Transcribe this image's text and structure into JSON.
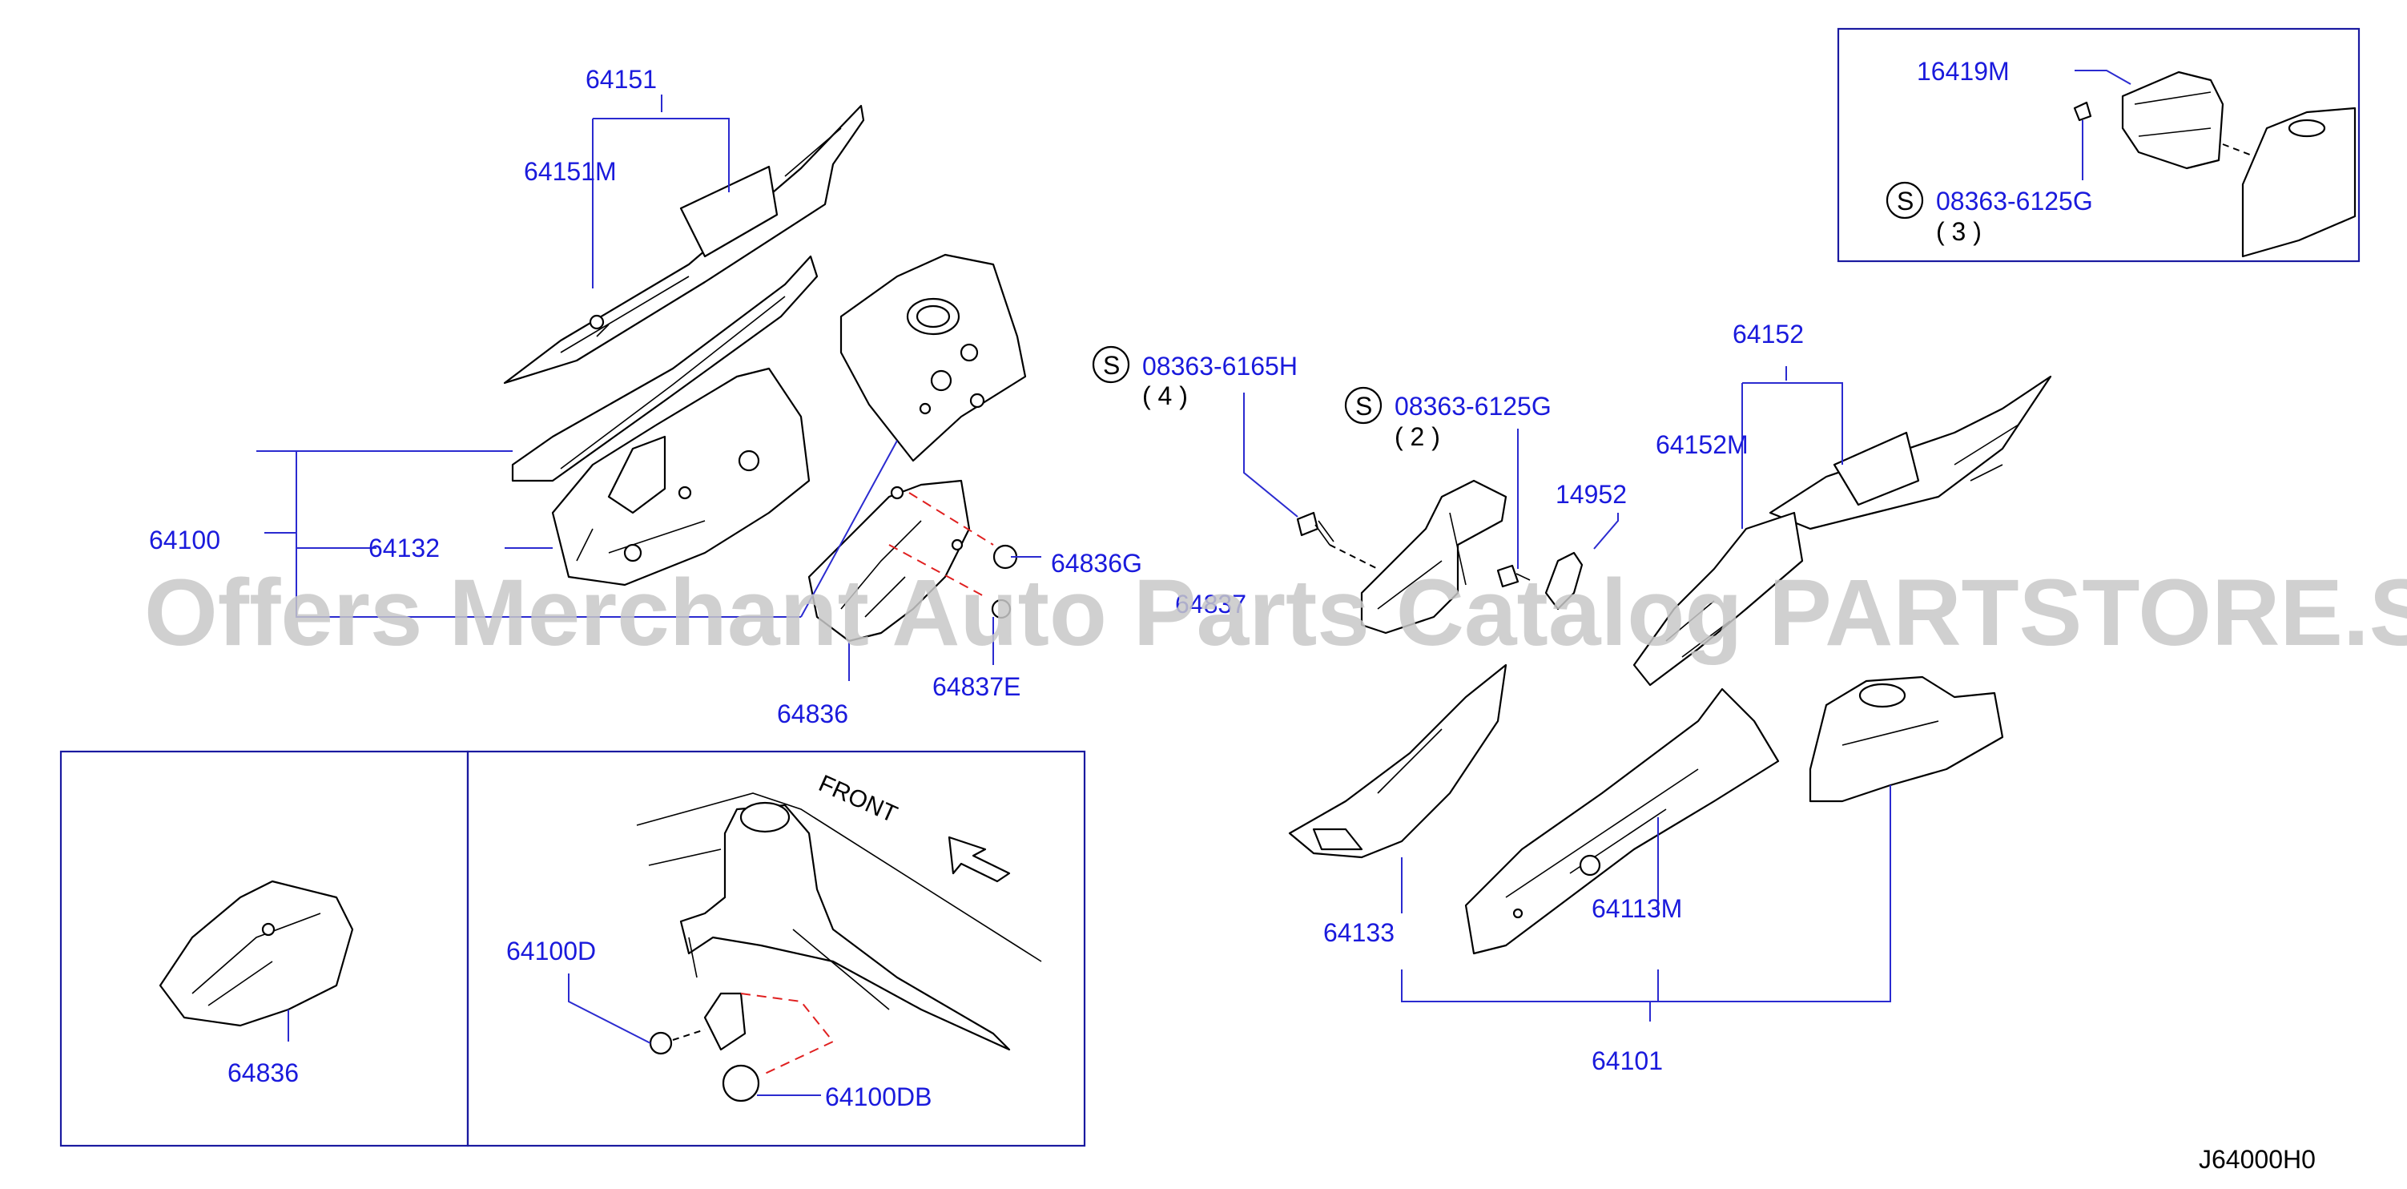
{
  "watermark": "Offers Merchant Auto Parts Catalog PARTSTORE.SA",
  "diagram_code": "J64000H0",
  "front_label": "FRONT",
  "screw_symbol": "S",
  "parts": {
    "p64151": "64151",
    "p64151M": "64151M",
    "p64100": "64100",
    "p64132": "64132",
    "p64836G": "64836G",
    "p64837E": "64837E",
    "p64836": "64836",
    "p64837": "64837",
    "p64836_detail": "64836",
    "p64100D": "64100D",
    "p64100DB": "64100DB",
    "p16419M": "16419M",
    "p64152": "64152",
    "p64152M": "64152M",
    "p14952": "14952",
    "p64133": "64133",
    "p64113M": "64113M",
    "p64101": "64101"
  },
  "screws": {
    "s1": {
      "part": "08363-6165H",
      "qty": "( 4 )"
    },
    "s2": {
      "part": "08363-6125G",
      "qty": "( 2 )"
    },
    "s3": {
      "part": "08363-6125G",
      "qty": "( 3 )"
    }
  },
  "colors": {
    "label": "#1a1adc",
    "leader": "#2b2bd0",
    "dash": "#e02020"
  }
}
